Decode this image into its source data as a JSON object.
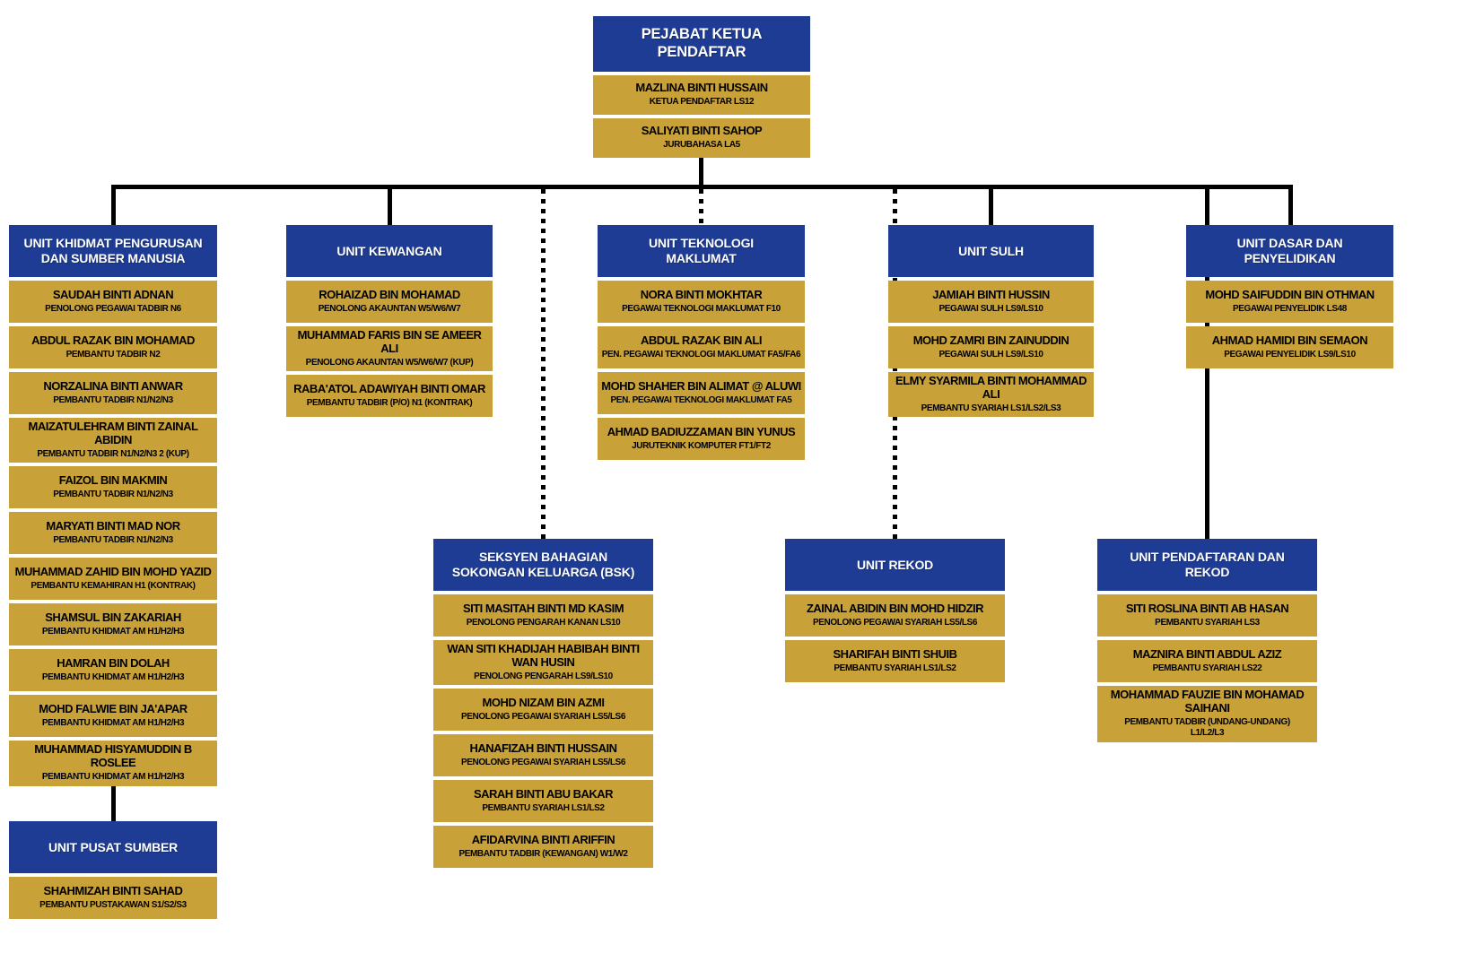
{
  "colors": {
    "header_blue": "#1E3C94",
    "member_gold": "#C8A238",
    "line_black": "#000000",
    "header_text": "#FFFFFF",
    "member_text": "#000000"
  },
  "root": {
    "title": "PEJABAT KETUA\nPENDAFTAR",
    "members": [
      {
        "name": "MAZLINA BINTI HUSSAIN",
        "role": "KETUA PENDAFTAR LS12"
      },
      {
        "name": "SALIYATI BINTI SAHOP",
        "role": "JURUBAHASA LA5"
      }
    ]
  },
  "units": [
    {
      "key": "khidmat",
      "title": "UNIT KHIDMAT PENGURUSAN\nDAN SUMBER MANUSIA",
      "connector": "solid",
      "members": [
        {
          "name": "SAUDAH BINTI ADNAN",
          "role": "PENOLONG PEGAWAI TADBIR N6"
        },
        {
          "name": "ABDUL RAZAK BIN MOHAMAD",
          "role": "PEMBANTU TADBIR N2"
        },
        {
          "name": "NORZALINA BINTI ANWAR",
          "role": "PEMBANTU TADBIR N1/N2/N3"
        },
        {
          "name": "MAIZATULEHRAM BINTI ZAINAL ABIDIN",
          "role": "PEMBANTU TADBIR N1/N2/N3 2 (KUP)"
        },
        {
          "name": "FAIZOL BIN MAKMIN",
          "role": "PEMBANTU TADBIR N1/N2/N3"
        },
        {
          "name": "MARYATI BINTI MAD NOR",
          "role": "PEMBANTU TADBIR N1/N2/N3"
        },
        {
          "name": "MUHAMMAD ZAHID BIN MOHD YAZID",
          "role": "PEMBANTU KEMAHIRAN H1 (KONTRAK)"
        },
        {
          "name": "SHAMSUL BIN ZAKARIAH",
          "role": "PEMBANTU KHIDMAT AM H1/H2/H3"
        },
        {
          "name": "HAMRAN BIN DOLAH",
          "role": "PEMBANTU KHIDMAT AM H1/H2/H3"
        },
        {
          "name": "MOHD FALWIE BIN JA'APAR",
          "role": "PEMBANTU KHIDMAT AM H1/H2/H3"
        },
        {
          "name": "MUHAMMAD HISYAMUDDIN B ROSLEE",
          "role": "PEMBANTU KHIDMAT AM H1/H2/H3"
        }
      ]
    },
    {
      "key": "kewangan",
      "title": "UNIT KEWANGAN",
      "connector": "solid",
      "members": [
        {
          "name": "ROHAIZAD BIN MOHAMAD",
          "role": "PENOLONG AKAUNTAN W5/W6/W7"
        },
        {
          "name": "MUHAMMAD FARIS BIN SE AMEER ALI",
          "role": "PENOLONG AKAUNTAN W5/W6/W7 (KUP)"
        },
        {
          "name": "RABA'ATOL ADAWIYAH BINTI OMAR",
          "role": "PEMBANTU TADBIR (P/O) N1 (KONTRAK)"
        }
      ]
    },
    {
      "key": "teknologi",
      "title": "UNIT TEKNOLOGI\nMAKLUMAT",
      "connector": "dotted",
      "members": [
        {
          "name": "NORA BINTI MOKHTAR",
          "role": "PEGAWAI TEKNOLOGI MAKLUMAT F10"
        },
        {
          "name": "ABDUL RAZAK BIN ALI",
          "role": "PEN. PEGAWAI TEKNOLOGI MAKLUMAT FA5/FA6"
        },
        {
          "name": "MOHD SHAHER BIN ALIMAT @ ALUWI",
          "role": "PEN. PEGAWAI TEKNOLOGI MAKLUMAT FA5"
        },
        {
          "name": "AHMAD BADIUZZAMAN BIN YUNUS",
          "role": "JURUTEKNIK KOMPUTER FT1/FT2"
        }
      ]
    },
    {
      "key": "sulh",
      "title": "UNIT SULH",
      "connector": "solid",
      "members": [
        {
          "name": "JAMIAH BINTI HUSSIN",
          "role": "PEGAWAI SULH LS9/LS10"
        },
        {
          "name": "MOHD ZAMRI BIN ZAINUDDIN",
          "role": "PEGAWAI SULH LS9/LS10"
        },
        {
          "name": "ELMY SYARMILA BINTI MOHAMMAD\nALI",
          "role": "PEMBANTU SYARIAH LS1/LS2/LS3"
        }
      ]
    },
    {
      "key": "dasar",
      "title": "UNIT DASAR DAN\nPENYELIDIKAN",
      "connector": "solid",
      "members": [
        {
          "name": "MOHD SAIFUDDIN BIN OTHMAN",
          "role": "PEGAWAI PENYELIDIK LS48"
        },
        {
          "name": "AHMAD HAMIDI BIN SEMAON",
          "role": "PEGAWAI PENYELIDIK LS9/LS10"
        }
      ]
    },
    {
      "key": "bsk",
      "title": "SEKSYEN BAHAGIAN\nSOKONGAN KELUARGA (BSK)",
      "connector": "dotted",
      "members": [
        {
          "name": "SITI MASITAH BINTI MD KASIM",
          "role": "PENOLONG PENGARAH KANAN LS10"
        },
        {
          "name": "WAN SITI KHADIJAH HABIBAH BINTI\nWAN HUSIN",
          "role": "PENOLONG PENGARAH LS9/LS10"
        },
        {
          "name": "MOHD NIZAM BIN AZMI",
          "role": "PENOLONG PEGAWAI SYARIAH LS5/LS6"
        },
        {
          "name": "HANAFIZAH BINTI HUSSAIN",
          "role": "PENOLONG PEGAWAI SYARIAH LS5/LS6"
        },
        {
          "name": "SARAH BINTI ABU BAKAR",
          "role": "PEMBANTU SYARIAH LS1/LS2"
        },
        {
          "name": "AFIDARVINA BINTI ARIFFIN",
          "role": "PEMBANTU TADBIR (KEWANGAN) W1/W2"
        }
      ]
    },
    {
      "key": "rekod",
      "title": "UNIT REKOD",
      "connector": "dotted",
      "members": [
        {
          "name": "ZAINAL ABIDIN BIN MOHD HIDZIR",
          "role": "PENOLONG PEGAWAI SYARIAH LS5/LS6"
        },
        {
          "name": "SHARIFAH BINTI SHUIB",
          "role": "PEMBANTU SYARIAH LS1/LS2"
        }
      ]
    },
    {
      "key": "pendaftaran",
      "title": "UNIT PENDAFTARAN DAN\nREKOD",
      "connector": "solid",
      "members": [
        {
          "name": "SITI ROSLINA BINTI AB HASAN",
          "role": "PEMBANTU SYARIAH LS3"
        },
        {
          "name": "MAZNIRA BINTI ABDUL AZIZ",
          "role": "PEMBANTU SYARIAH LS22"
        },
        {
          "name": "MOHAMMAD FAUZIE BIN MOHAMAD\nSAIHANI",
          "role": "PEMBANTU TADBIR (UNDANG-UNDANG)\nL1/L2/L3"
        }
      ]
    },
    {
      "key": "pusat_sumber",
      "title": "UNIT PUSAT SUMBER",
      "connector": "solid",
      "members": [
        {
          "name": "SHAHMIZAH BINTI SAHAD",
          "role": "PEMBANTU PUSTAKAWAN S1/S2/S3"
        }
      ]
    }
  ]
}
